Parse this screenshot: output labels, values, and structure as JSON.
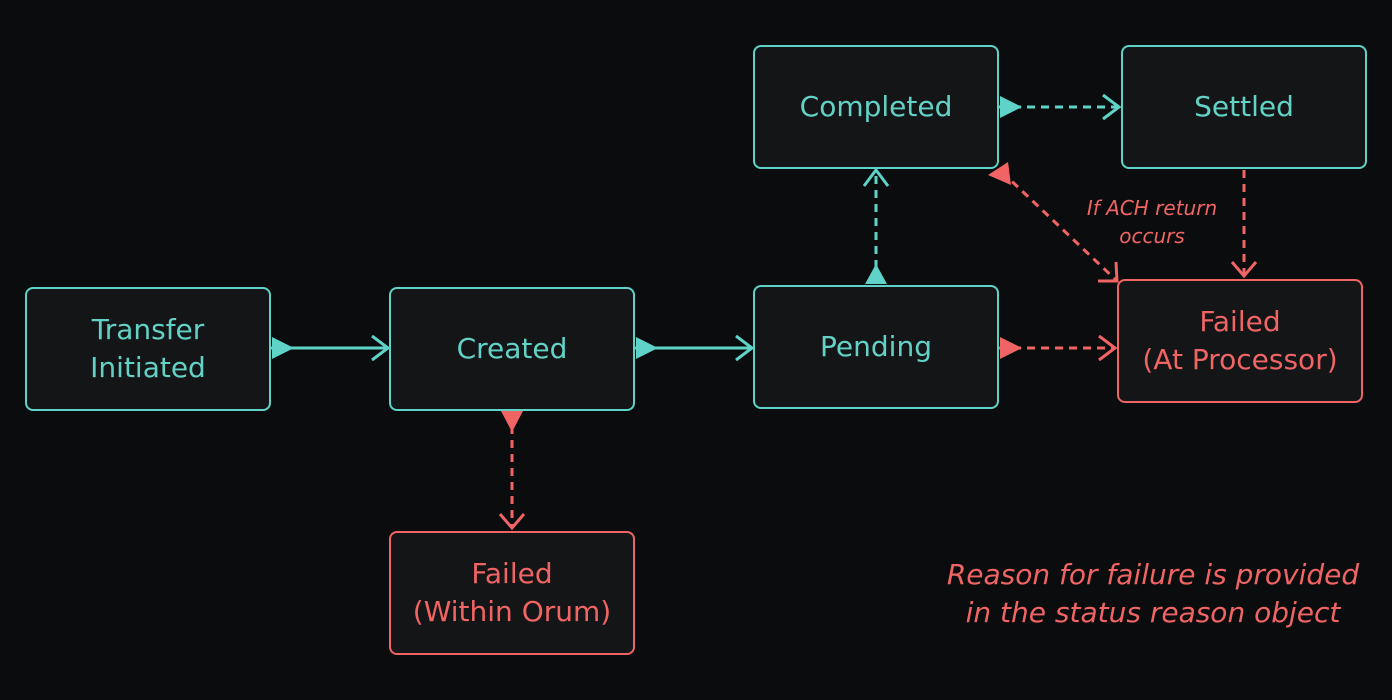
{
  "colors": {
    "background": "#0b0c0e",
    "node_fill": "#141517",
    "teal": "#5fd3c8",
    "red": "#f06464"
  },
  "nodes": {
    "transfer_initiated": "Transfer\nInitiated",
    "created": "Created",
    "pending": "Pending",
    "completed": "Completed",
    "settled": "Settled",
    "failed_processor": "Failed\n(At Processor)",
    "failed_orum": "Failed\n(Within Orum)"
  },
  "annotations": {
    "ach_return": "If ACH return\noccurs",
    "failure_reason": "Reason for failure is provided\nin the status reason object"
  },
  "edges": [
    {
      "from": "transfer_initiated",
      "to": "created",
      "style": "solid",
      "color": "teal"
    },
    {
      "from": "created",
      "to": "pending",
      "style": "solid",
      "color": "teal"
    },
    {
      "from": "pending",
      "to": "completed",
      "style": "dashed",
      "color": "teal"
    },
    {
      "from": "completed",
      "to": "settled",
      "style": "dashed",
      "color": "teal"
    },
    {
      "from": "settled",
      "to": "failed_processor",
      "style": "dashed",
      "color": "red"
    },
    {
      "from": "pending",
      "to": "failed_processor",
      "style": "dashed",
      "color": "red"
    },
    {
      "from": "completed",
      "to": "failed_processor",
      "style": "dashed",
      "color": "red"
    },
    {
      "from": "created",
      "to": "failed_orum",
      "style": "dashed",
      "color": "red"
    }
  ]
}
